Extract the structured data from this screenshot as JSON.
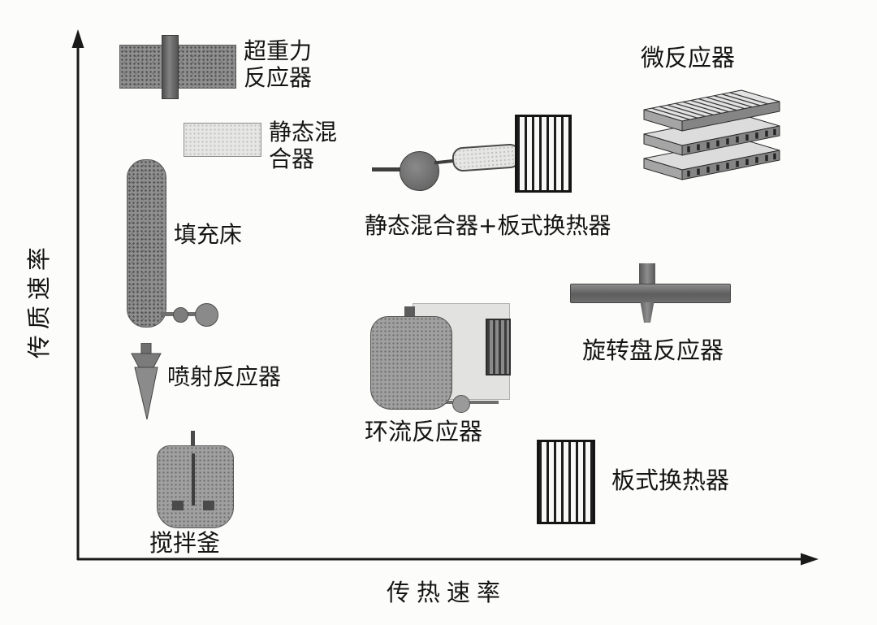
{
  "axes": {
    "y_label": "传质速率",
    "x_label": "传热速率"
  },
  "items": {
    "high_gravity_reactor": {
      "label_line1": "超重力",
      "label_line2": "反应器"
    },
    "microreactor": {
      "label": "微反应器"
    },
    "static_mixer": {
      "label_line1": "静态混",
      "label_line2": "合器"
    },
    "packed_bed": {
      "label": "填充床"
    },
    "static_mixer_plate_hx": {
      "label": "静态混合器+板式换热器"
    },
    "jet_reactor": {
      "label": "喷射反应器"
    },
    "spinning_disc_reactor": {
      "label": "旋转盘反应器"
    },
    "loop_reactor": {
      "label": "环流反应器"
    },
    "stirred_tank": {
      "label": "搅拌釜"
    },
    "plate_heat_exchanger": {
      "label": "板式换热器"
    }
  },
  "colors": {
    "ink": "#1a1a1a",
    "icon_dark": "#6e6e6e",
    "icon_light": "#e6e6e4",
    "background": "#fcfcfa"
  }
}
